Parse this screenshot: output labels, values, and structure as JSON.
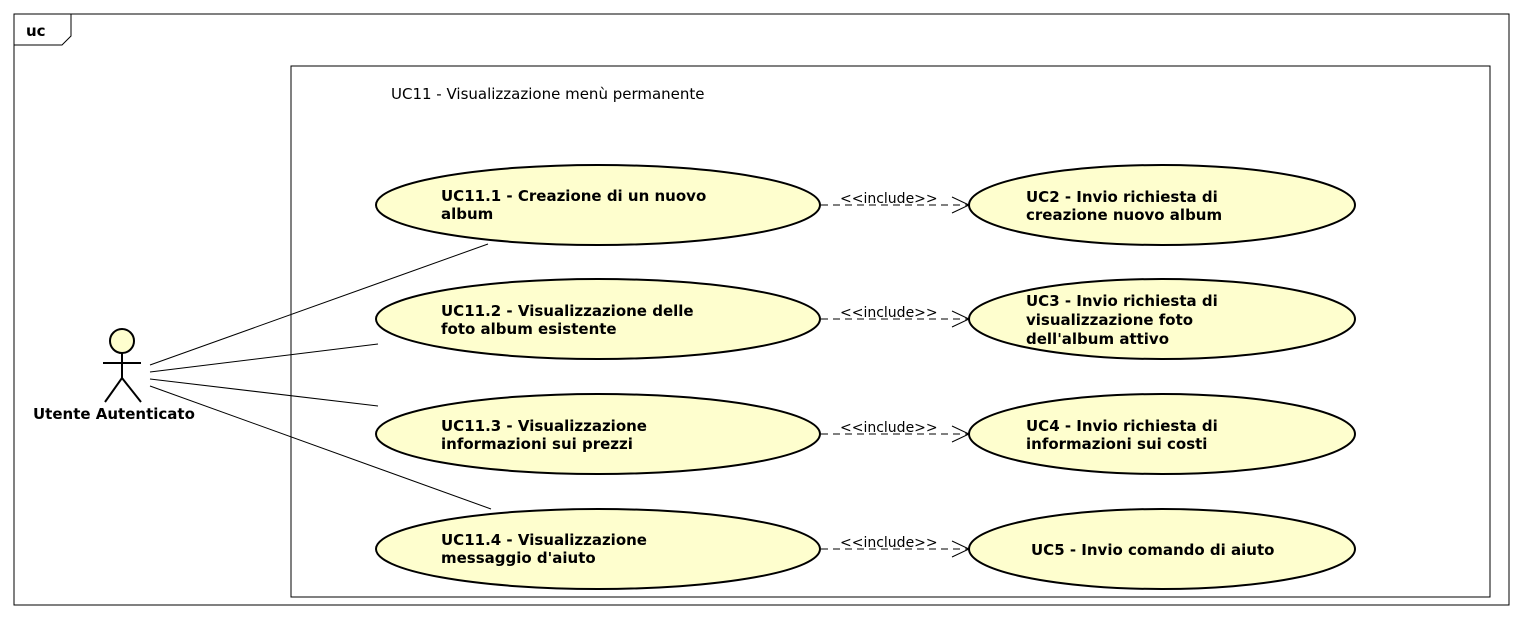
{
  "frame": {
    "label": "uc"
  },
  "system": {
    "title": "UC11 - Visualizzazione menù permanente"
  },
  "actor": {
    "label": "Utente Autenticato"
  },
  "colors": {
    "usecase_fill": "#FEFECE",
    "stroke": "#000000",
    "background": "#FFFFFF"
  },
  "include_label": "<<include>>",
  "use_cases": [
    {
      "id": "uc11_1",
      "lines": [
        "UC11.1 - Creazione di un nuovo",
        "album"
      ]
    },
    {
      "id": "uc11_2",
      "lines": [
        "UC11.2 - Visualizzazione delle",
        "foto album esistente"
      ]
    },
    {
      "id": "uc11_3",
      "lines": [
        "UC11.3 - Visualizzazione",
        "informazioni sui prezzi"
      ]
    },
    {
      "id": "uc11_4",
      "lines": [
        "UC11.4 - Visualizzazione",
        "messaggio d'aiuto"
      ]
    }
  ],
  "included_cases": [
    {
      "id": "uc2",
      "lines": [
        "UC2 - Invio richiesta di",
        "creazione nuovo album"
      ]
    },
    {
      "id": "uc3",
      "lines": [
        "UC3 - Invio richiesta di",
        "visualizzazione foto",
        "dell'album attivo"
      ]
    },
    {
      "id": "uc4",
      "lines": [
        "UC4 - Invio richiesta di",
        "informazioni sui costi"
      ]
    },
    {
      "id": "uc5",
      "lines": [
        "UC5 - Invio comando di aiuto"
      ]
    }
  ]
}
